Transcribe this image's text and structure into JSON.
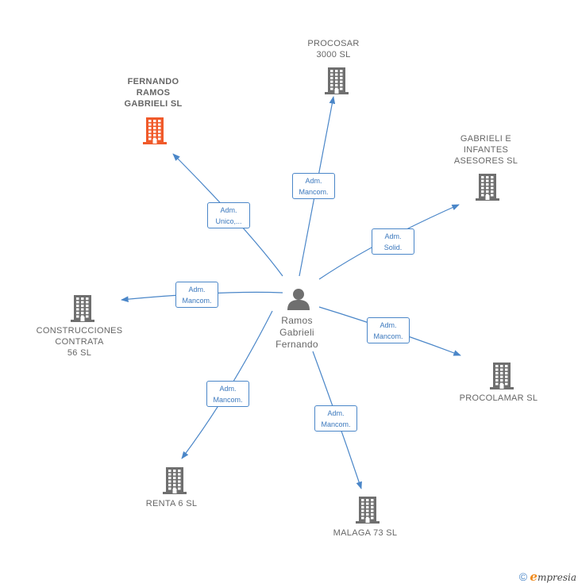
{
  "center": {
    "name_lines": [
      "Ramos",
      "Gabrieli",
      "Fernando"
    ],
    "icon": "person-icon"
  },
  "companies": [
    {
      "id": "procosar",
      "lines": [
        "PROCOSAR",
        "3000 SL"
      ],
      "color": "#6f6f6f",
      "edge": [
        "Adm.",
        "Mancom."
      ]
    },
    {
      "id": "fernando-ramos",
      "lines": [
        "FERNANDO",
        "RAMOS",
        "GABRIELI  SL"
      ],
      "color": "#f05a2a",
      "edge": [
        "Adm.",
        "Unico,..."
      ]
    },
    {
      "id": "gabrieli-infantes",
      "lines": [
        "GABRIELI E",
        "INFANTES",
        "ASESORES SL"
      ],
      "color": "#6f6f6f",
      "edge": [
        "Adm.",
        "Solid."
      ]
    },
    {
      "id": "construcciones",
      "lines": [
        "CONSTRUCCIONES",
        "CONTRATA",
        "56 SL"
      ],
      "color": "#6f6f6f",
      "edge": [
        "Adm.",
        "Mancom."
      ]
    },
    {
      "id": "procolamar",
      "lines": [
        "PROCOLAMAR SL"
      ],
      "color": "#6f6f6f",
      "edge": [
        "Adm.",
        "Mancom."
      ]
    },
    {
      "id": "renta6",
      "lines": [
        "RENTA 6 SL"
      ],
      "color": "#6f6f6f",
      "edge": [
        "Adm.",
        "Mancom."
      ]
    },
    {
      "id": "malaga73",
      "lines": [
        "MALAGA 73 SL"
      ],
      "color": "#6f6f6f",
      "edge": [
        "Adm.",
        "Mancom."
      ]
    }
  ],
  "colors": {
    "edge": "#4a86c8",
    "building": "#6f6f6f",
    "highlight": "#f05a2a",
    "person": "#6f6f6f"
  },
  "footer": {
    "copyright": "©",
    "brand_initial": "e",
    "brand_rest": "mpresia"
  }
}
